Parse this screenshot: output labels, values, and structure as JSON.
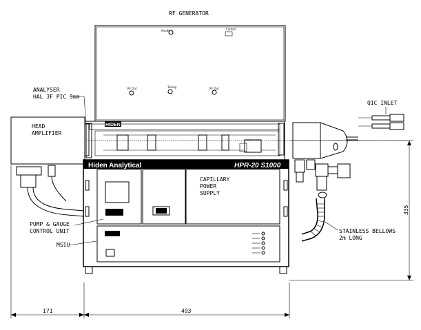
{
  "labels": {
    "rf_generator": "RF GENERATOR",
    "analyser_1": "ANALYSER",
    "analyser_2": "HAL 3F PIC 9mm",
    "head_amp_1": "HEAD",
    "head_amp_2": "AMPLIFIER",
    "qic_inlet": "QIC INLET",
    "capillary_1": "CAPILLARY",
    "capillary_2": "POWER",
    "capillary_3": "SUPPLY",
    "pump_gauge_1": "PUMP & GAUGE",
    "pump_gauge_2": "CONTROL UNIT",
    "msiu": "MSIU",
    "bellows_1": "STAINLESS BELLOWS",
    "bellows_2": "2m LONG",
    "brand": "Hiden Analytical",
    "model": "HPR-20 S1000",
    "hiden_logo": "HIDEN"
  },
  "dimensions": {
    "left_width": "171",
    "main_width": "493",
    "height": "335"
  }
}
